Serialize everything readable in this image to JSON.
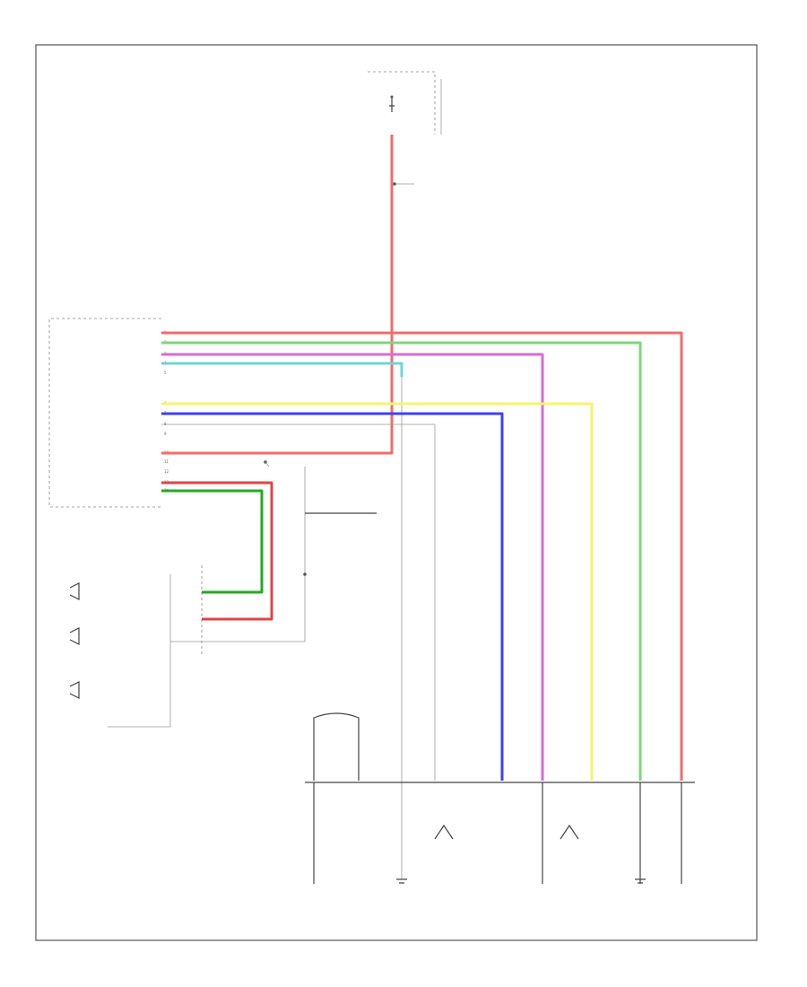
{
  "page_code": "",
  "fuse_box": {
    "line1": "",
    "line2": "",
    "note": "",
    "fuse": ""
  },
  "wire_labels": {
    "top_splice": ""
  },
  "module": {
    "title": "",
    "pins": [
      {
        "num": "1",
        "label": "",
        "color": ""
      },
      {
        "num": "2",
        "label": "",
        "color": ""
      },
      {
        "num": "3",
        "label": "",
        "color": ""
      },
      {
        "num": "4",
        "label": "",
        "color": ""
      },
      {
        "num": "5",
        "label": "",
        "color": ""
      },
      {
        "num": "6",
        "label": "",
        "color": ""
      },
      {
        "num": "7",
        "label": "",
        "color": ""
      },
      {
        "num": "8",
        "label": "",
        "color": ""
      },
      {
        "num": "9",
        "label": "",
        "color": ""
      },
      {
        "num": "10",
        "label": "",
        "color": ""
      },
      {
        "num": "11",
        "label": "",
        "color": ""
      },
      {
        "num": "12",
        "label": "",
        "color": ""
      },
      {
        "num": "13",
        "label": "",
        "color": ""
      },
      {
        "num": "14",
        "label": "",
        "color": ""
      }
    ]
  },
  "switch": {
    "title": "",
    "rows": [
      {
        "label": ""
      },
      {
        "label": ""
      },
      {
        "label": ""
      }
    ]
  },
  "lower_module": {
    "title": "",
    "left_sensor": "",
    "right_sensor": ""
  },
  "splice_label": "",
  "ground_label": "",
  "colors": {
    "red": "#f26b6b",
    "green": "#7fd57f",
    "violet": "#d76bd7",
    "cyan": "#6fd4d4",
    "yellow": "#f4f46a",
    "blue": "#4040ee"
  }
}
